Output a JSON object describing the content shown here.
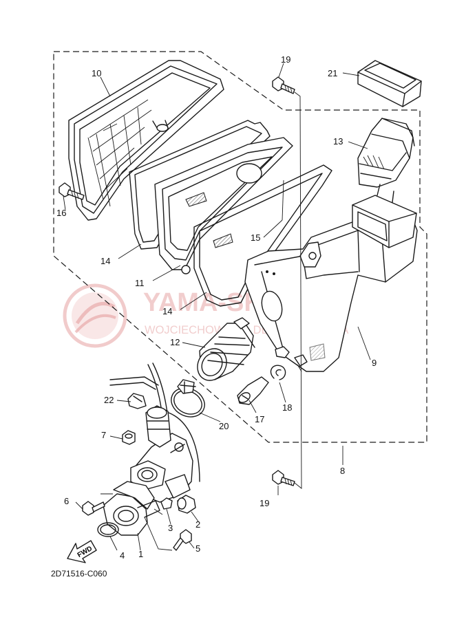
{
  "watermark": {
    "title": "YAMA-SKLEP.PL",
    "subtitle": "WOJCIECHOWSKI - DEALER YAMAHA",
    "color": "#e5a0a0"
  },
  "diagram_code": "2D71516-C060",
  "fwd_label": "FWD",
  "callouts": {
    "c1": "1",
    "c2": "2",
    "c3": "3",
    "c4": "4",
    "c5": "5",
    "c6": "6",
    "c7": "7",
    "c8": "8",
    "c9": "9",
    "c10": "10",
    "c11": "11",
    "c12": "12",
    "c13": "13",
    "c14a": "14",
    "c14b": "14",
    "c15": "15",
    "c16": "16",
    "c17": "17",
    "c18": "18",
    "c19a": "19",
    "c19b": "19",
    "c20": "20",
    "c21": "21",
    "c22": "22"
  }
}
